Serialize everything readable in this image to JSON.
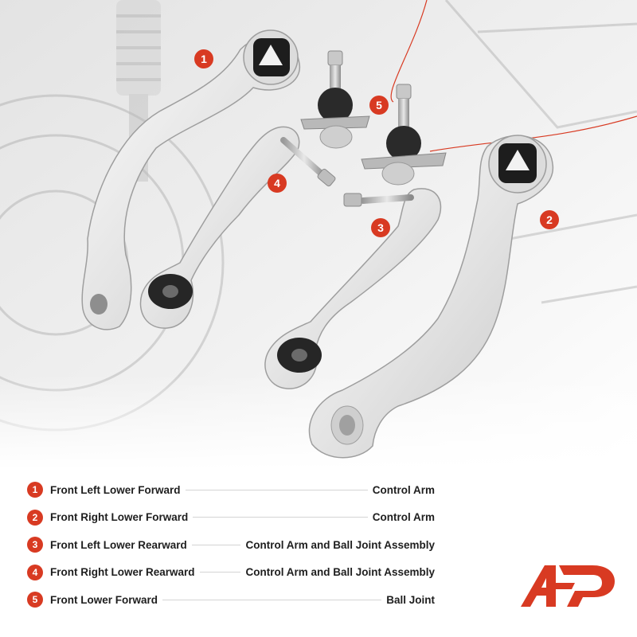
{
  "brand": {
    "accent": "#d83a22",
    "text": "#1e1e1e"
  },
  "callouts": [
    "1",
    "2",
    "3",
    "4",
    "5"
  ],
  "legend": [
    {
      "num": "1",
      "position": "Front Left Lower Forward",
      "part": "Control Arm"
    },
    {
      "num": "2",
      "position": "Front Right Lower Forward",
      "part": "Control Arm"
    },
    {
      "num": "3",
      "position": "Front Left Lower Rearward",
      "part": "Control Arm and Ball Joint Assembly"
    },
    {
      "num": "4",
      "position": "Front Right Lower Rearward",
      "part": "Control Arm and Ball Joint Assembly"
    },
    {
      "num": "5",
      "position": "Front Lower Forward",
      "part": "Ball Joint"
    }
  ],
  "logo": {
    "icon": "a-premium-logo-icon"
  }
}
